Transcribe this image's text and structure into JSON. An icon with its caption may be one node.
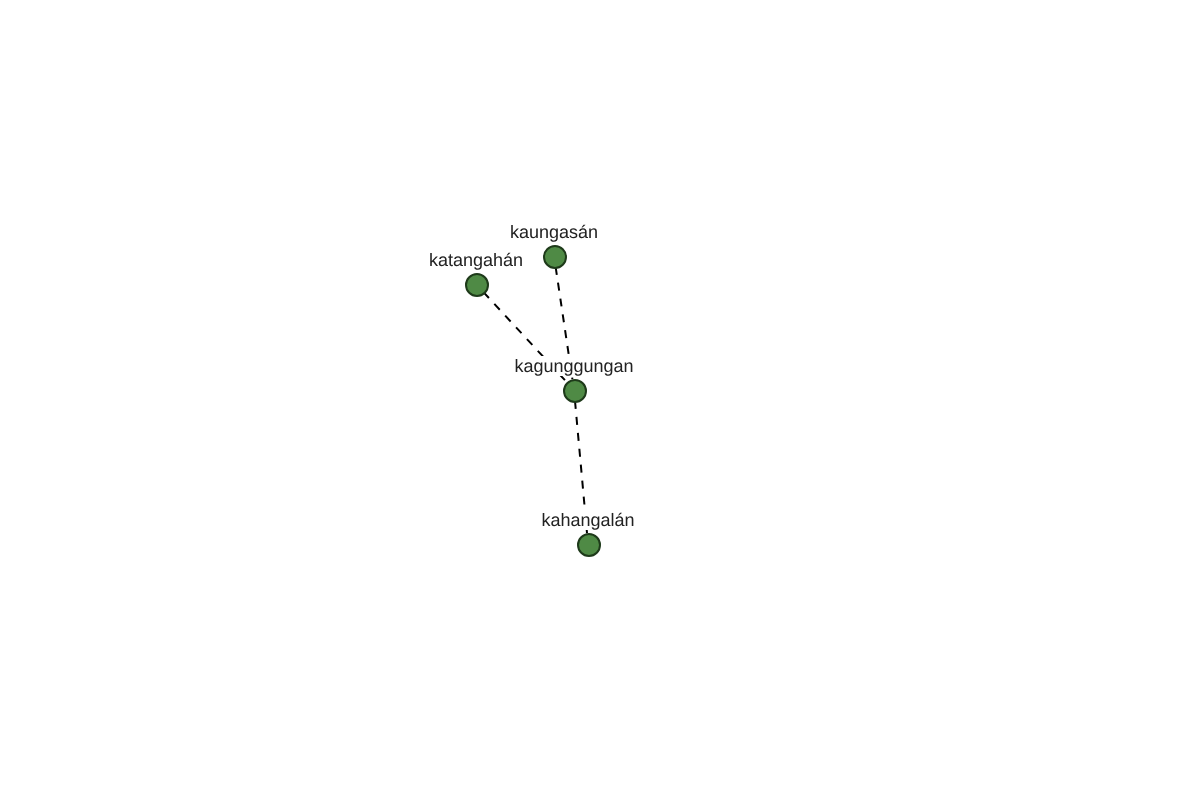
{
  "diagram": {
    "nodes": [
      {
        "text": [],
        "shape": "circle",
        "beside": [
          "kaungasán"
        ]
      },
      {
        "text": [],
        "shape": "circle",
        "beside": [
          "katangahán"
        ]
      },
      {
        "text": [],
        "shape": "circle",
        "beside": [
          "kagunggungan"
        ]
      },
      {
        "text": [],
        "shape": "circle",
        "beside": [
          "kahangalán"
        ]
      }
    ],
    "edges": [
      {
        "from": 1,
        "to": 2,
        "arrow": "none",
        "style": "dashed"
      },
      {
        "from": 0,
        "to": 2,
        "arrow": "none",
        "style": "dashed"
      },
      {
        "from": 2,
        "to": 3,
        "arrow": "none",
        "style": "dashed"
      }
    ]
  }
}
